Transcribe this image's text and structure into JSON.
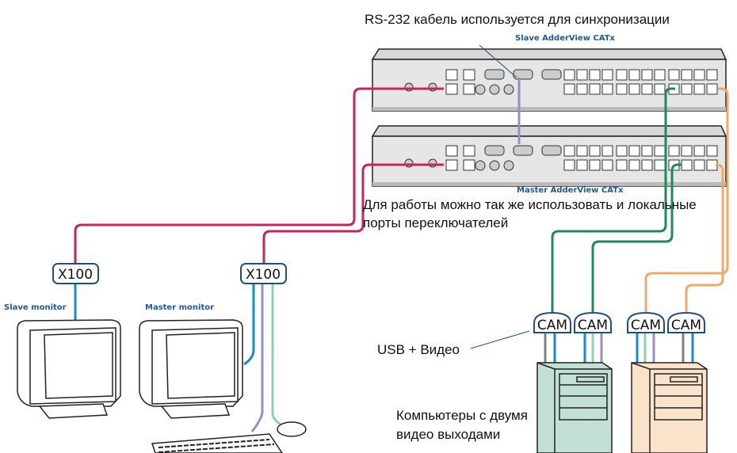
{
  "labels": {
    "rs232": "RS-232 кабель используется для синхронизации",
    "slave_switch": "Slave AdderView CATx",
    "master_switch": "Master AdderView CATx",
    "local_ports_line1": "Для работы можно так же использовать и локальные",
    "local_ports_line2": "порты переключателей",
    "slave_monitor": "Slave monitor",
    "master_monitor": "Master monitor",
    "usb_video": "USB + Видео",
    "computers_line1": "Компьютеры с двумя",
    "computers_line2": "видео выходами"
  },
  "modules": {
    "x100": "X100",
    "cam": "CAM"
  },
  "colors": {
    "red_cable": "#c8245a",
    "purple_cable": "#9a8cc4",
    "green_cable": "#1e8a5a",
    "orange_cable": "#f0a868",
    "blue_cable": "#1a8ac8",
    "light_green_cable": "#8fd0b0",
    "gray_cable": "#808080",
    "module_border": "#1f4f80",
    "pc_green": "#c3e0d4",
    "pc_orange": "#fbe3cb",
    "switch_body": "#e6e6e6"
  }
}
